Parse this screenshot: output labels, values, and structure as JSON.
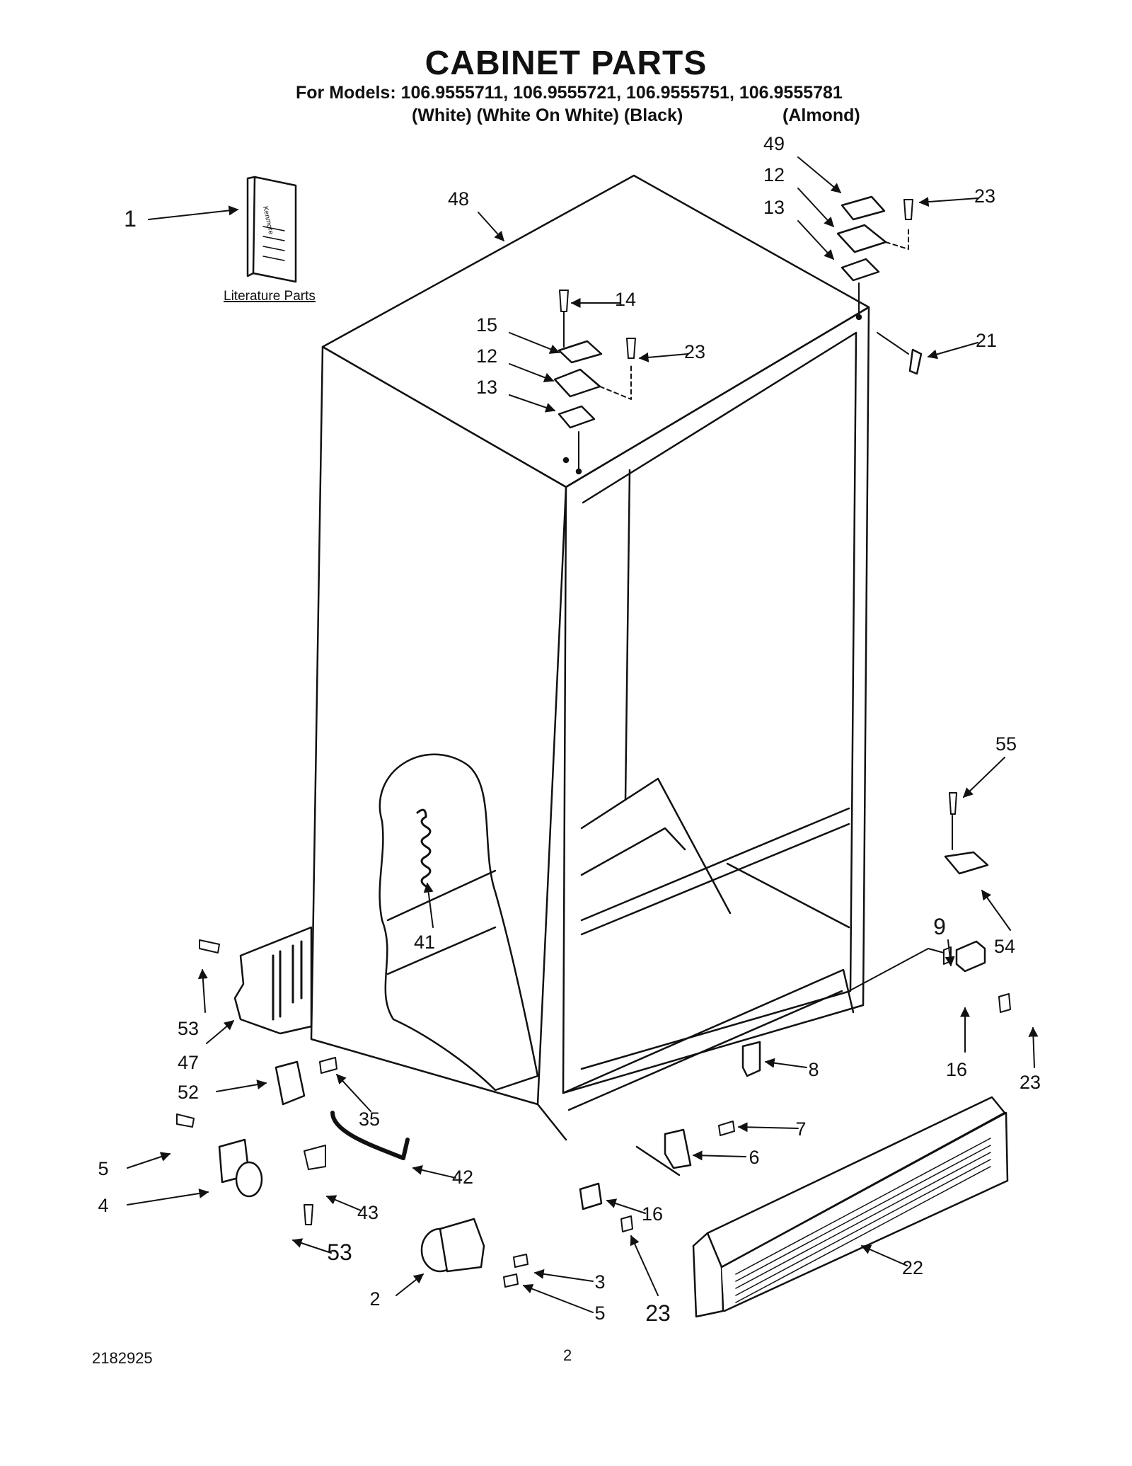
{
  "header": {
    "title": "CABINET PARTS",
    "models_line": "For Models: 106.9555711, 106.9555721, 106.9555751, 106.9555781",
    "colors_line": "(White) (White On White) (Black)",
    "colors_line_2": "(Almond)"
  },
  "literature": {
    "caption": "Literature Parts",
    "booklet_text": "Kenmore"
  },
  "callouts": [
    "1",
    "48",
    "49",
    "12",
    "13",
    "23",
    "14",
    "15",
    "12",
    "23",
    "13",
    "21",
    "55",
    "41",
    "9",
    "54",
    "53",
    "47",
    "16",
    "23",
    "52",
    "35",
    "8",
    "7",
    "5",
    "42",
    "6",
    "4",
    "43",
    "53",
    "16",
    "22",
    "2",
    "3",
    "23",
    "5"
  ],
  "footer": {
    "doc_number": "2182925",
    "page_number": "2"
  },
  "colors": {
    "line": "#111111",
    "part_fill": "#ffffff",
    "shade": "#bdbdbd"
  }
}
